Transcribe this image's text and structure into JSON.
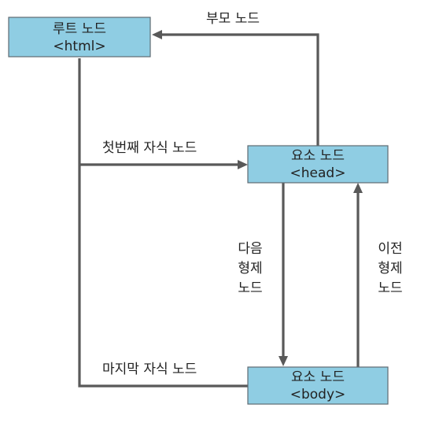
{
  "nodes": {
    "root": {
      "title": "루트 노드",
      "tag": "<html>"
    },
    "head": {
      "title": "요소 노드",
      "tag": "<head>"
    },
    "body": {
      "title": "요소 노드",
      "tag": "<body>"
    }
  },
  "edges": {
    "parent": {
      "label": "부모 노드"
    },
    "first_child": {
      "label": "첫번째 자식 노드"
    },
    "last_child": {
      "label": "마지막 자식 노드"
    },
    "next_sibling": {
      "label_lines": [
        "다음",
        "형제",
        "노드"
      ]
    },
    "previous_sibling": {
      "label_lines": [
        "이전",
        "형제",
        "노드"
      ]
    }
  },
  "colors": {
    "node_fill": "#8fcde3",
    "node_border": "#5f6a72",
    "connector": "#595959",
    "text": "#222222"
  }
}
